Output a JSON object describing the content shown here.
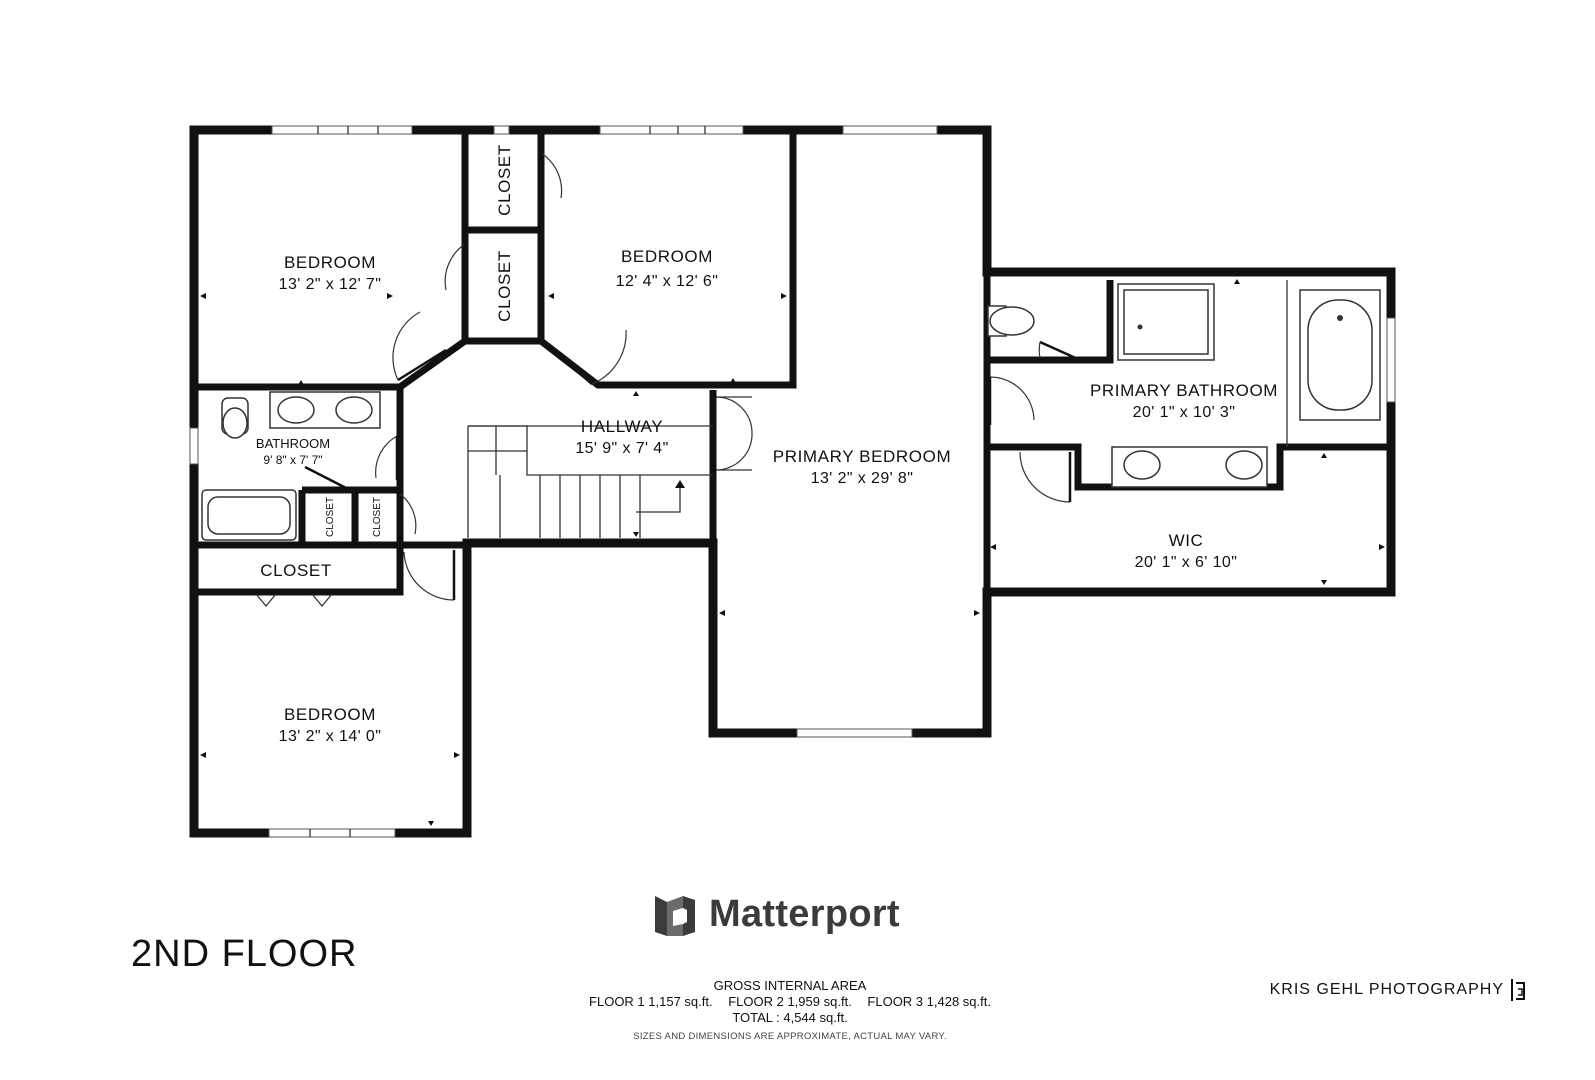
{
  "rooms": {
    "bedroom_nw": {
      "name": "BEDROOM",
      "dims": "13' 2\" x 12' 7\""
    },
    "closet_top": {
      "name": "CLOSET"
    },
    "closet_mid": {
      "name": "CLOSET"
    },
    "bedroom_n": {
      "name": "BEDROOM",
      "dims": "12' 4\" x 12' 6\""
    },
    "bathroom": {
      "name": "BATHROOM",
      "dims": "9' 8\" x 7' 7\""
    },
    "closet_small_1": {
      "name": "CLOSET"
    },
    "closet_small_2": {
      "name": "CLOSET"
    },
    "hallway": {
      "name": "HALLWAY",
      "dims": "15' 9\" x 7' 4\""
    },
    "closet_linen": {
      "name": "CLOSET"
    },
    "bedroom_sw": {
      "name": "BEDROOM",
      "dims": "13' 2\" x 14' 0\""
    },
    "primary_bedroom": {
      "name": "PRIMARY BEDROOM",
      "dims": "13' 2\" x 29' 8\""
    },
    "primary_bathroom": {
      "name": "PRIMARY BATHROOM",
      "dims": "20' 1\" x 10' 3\""
    },
    "wic": {
      "name": "WIC",
      "dims": "20' 1\" x 6' 10\""
    }
  },
  "floor_title": "2ND FLOOR",
  "brand": {
    "name": "Matterport",
    "logo_icon": "matterport-logo-icon"
  },
  "area": {
    "heading": "GROSS INTERNAL AREA",
    "floor1": "FLOOR 1 1,157 sq.ft.",
    "floor2": "FLOOR 2 1,959 sq.ft.",
    "floor3": "FLOOR 3 1,428 sq.ft.",
    "total": "TOTAL :  4,544 sq.ft.",
    "disclaimer": "SIZES AND DIMENSIONS ARE APPROXIMATE, ACTUAL MAY VARY."
  },
  "photographer": {
    "name": "KRIS GEHL PHOTOGRAPHY",
    "logo_icon": "kris-gehl-logo-icon"
  }
}
